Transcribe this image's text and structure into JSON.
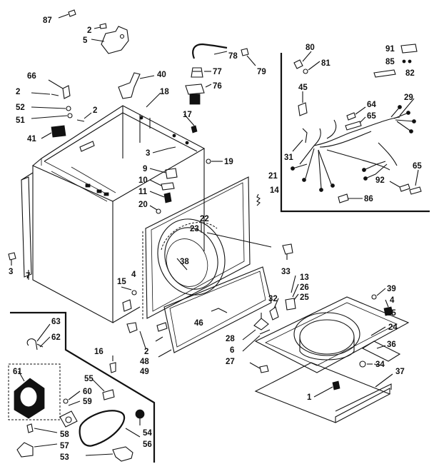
{
  "labels": [
    {
      "id": "87",
      "text": "87"
    },
    {
      "id": "2a",
      "text": "2"
    },
    {
      "id": "5",
      "text": "5"
    },
    {
      "id": "78",
      "text": "78"
    },
    {
      "id": "77",
      "text": "77"
    },
    {
      "id": "76",
      "text": "76"
    },
    {
      "id": "79",
      "text": "79"
    },
    {
      "id": "66",
      "text": "66"
    },
    {
      "id": "40",
      "text": "40"
    },
    {
      "id": "2b",
      "text": "2"
    },
    {
      "id": "18",
      "text": "18"
    },
    {
      "id": "52",
      "text": "52"
    },
    {
      "id": "51",
      "text": "51"
    },
    {
      "id": "2c",
      "text": "2"
    },
    {
      "id": "17",
      "text": "17"
    },
    {
      "id": "41",
      "text": "41"
    },
    {
      "id": "3a",
      "text": "3"
    },
    {
      "id": "19",
      "text": "19"
    },
    {
      "id": "9",
      "text": "9"
    },
    {
      "id": "10",
      "text": "10"
    },
    {
      "id": "11",
      "text": "11"
    },
    {
      "id": "21",
      "text": "21"
    },
    {
      "id": "14",
      "text": "14"
    },
    {
      "id": "20",
      "text": "20"
    },
    {
      "id": "22",
      "text": "22"
    },
    {
      "id": "23",
      "text": "23"
    },
    {
      "id": "38",
      "text": "38"
    },
    {
      "id": "33",
      "text": "33"
    },
    {
      "id": "3b",
      "text": "3"
    },
    {
      "id": "7",
      "text": "7"
    },
    {
      "id": "4a",
      "text": "4"
    },
    {
      "id": "15",
      "text": "15"
    },
    {
      "id": "13",
      "text": "13"
    },
    {
      "id": "26",
      "text": "26"
    },
    {
      "id": "25",
      "text": "25"
    },
    {
      "id": "39",
      "text": "39"
    },
    {
      "id": "32",
      "text": "32"
    },
    {
      "id": "4b",
      "text": "4"
    },
    {
      "id": "35",
      "text": "35"
    },
    {
      "id": "46",
      "text": "46"
    },
    {
      "id": "24",
      "text": "24"
    },
    {
      "id": "28",
      "text": "28"
    },
    {
      "id": "6",
      "text": "6"
    },
    {
      "id": "36",
      "text": "36"
    },
    {
      "id": "27",
      "text": "27"
    },
    {
      "id": "34",
      "text": "34"
    },
    {
      "id": "37",
      "text": "37"
    },
    {
      "id": "1",
      "text": "1"
    },
    {
      "id": "63",
      "text": "63"
    },
    {
      "id": "62",
      "text": "62"
    },
    {
      "id": "16",
      "text": "16"
    },
    {
      "id": "2d",
      "text": "2"
    },
    {
      "id": "48",
      "text": "48"
    },
    {
      "id": "49",
      "text": "49"
    },
    {
      "id": "61",
      "text": "61"
    },
    {
      "id": "55",
      "text": "55"
    },
    {
      "id": "60",
      "text": "60"
    },
    {
      "id": "59",
      "text": "59"
    },
    {
      "id": "58",
      "text": "58"
    },
    {
      "id": "54",
      "text": "54"
    },
    {
      "id": "56",
      "text": "56"
    },
    {
      "id": "57",
      "text": "57"
    },
    {
      "id": "53",
      "text": "53"
    },
    {
      "id": "80",
      "text": "80"
    },
    {
      "id": "81",
      "text": "81"
    },
    {
      "id": "91",
      "text": "91"
    },
    {
      "id": "85",
      "text": "85"
    },
    {
      "id": "82",
      "text": "82"
    },
    {
      "id": "45",
      "text": "45"
    },
    {
      "id": "29",
      "text": "29"
    },
    {
      "id": "64",
      "text": "64"
    },
    {
      "id": "65a",
      "text": "65"
    },
    {
      "id": "31",
      "text": "31"
    },
    {
      "id": "65b",
      "text": "65"
    },
    {
      "id": "92",
      "text": "92"
    },
    {
      "id": "86",
      "text": "86"
    }
  ]
}
